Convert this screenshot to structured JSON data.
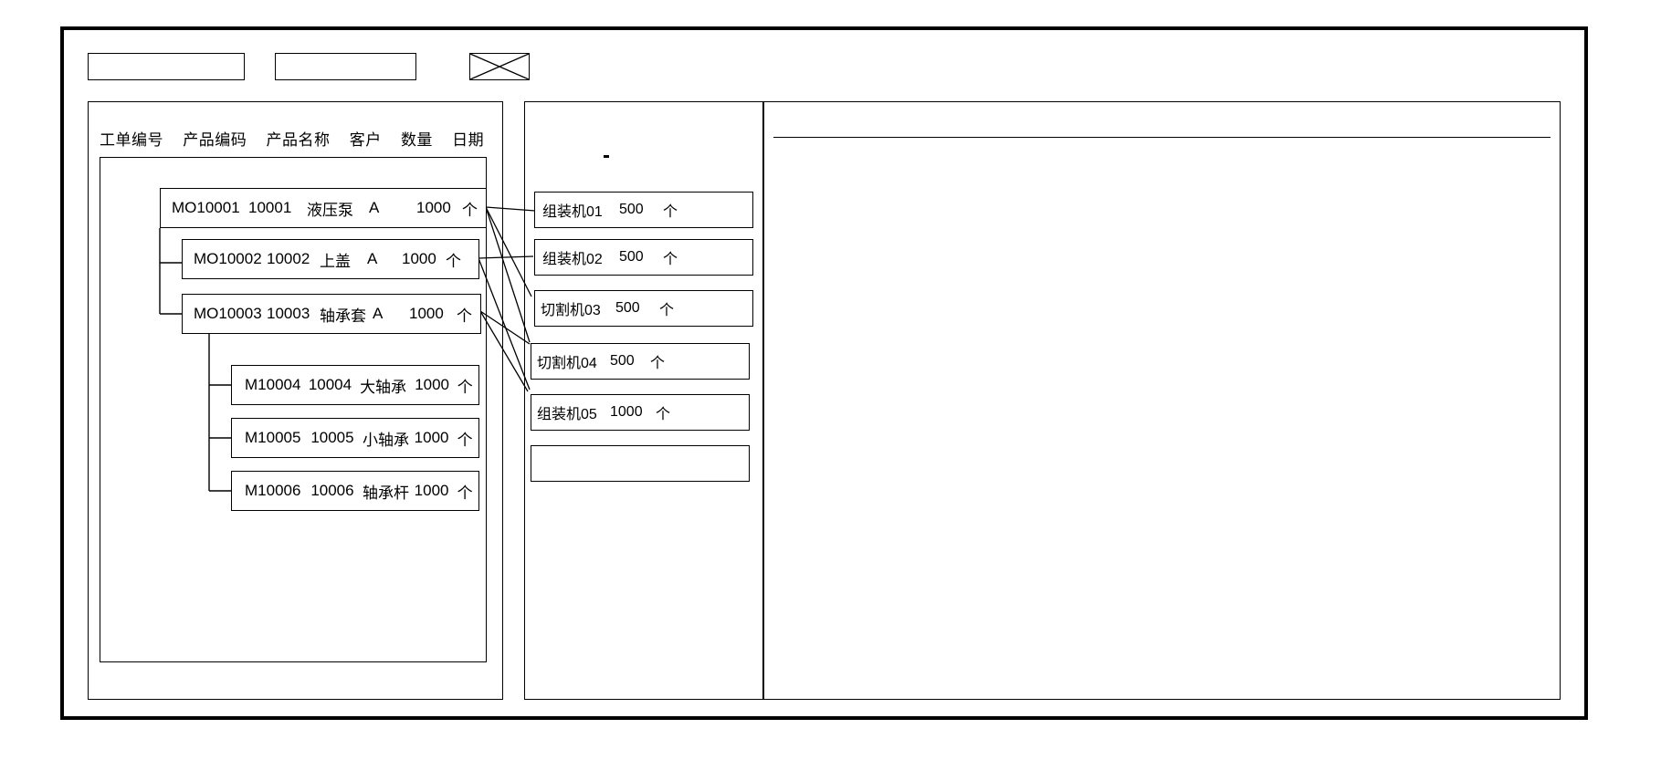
{
  "window": {
    "title": ""
  },
  "toolbar": {
    "fields": [
      {
        "name": "toolbar-field-1",
        "value": ""
      },
      {
        "name": "toolbar-field-2",
        "value": ""
      }
    ],
    "xbox_label": "",
    "xbox_icon": "crossed-box-icon"
  },
  "left_panel": {
    "columns": [
      "工单编号",
      "产品编码",
      "产品名称",
      "客户",
      "数量",
      "日期"
    ],
    "rows": [
      {
        "level": 0,
        "order_no": "MO10001",
        "product_code": "10001",
        "product_name": "液压泵",
        "customer": "A",
        "quantity": "1000",
        "unit": "个",
        "date": ""
      },
      {
        "level": 1,
        "order_no": "MO10002",
        "product_code": "10002",
        "product_name": "上盖",
        "customer": "A",
        "quantity": "1000",
        "unit": "个",
        "date": ""
      },
      {
        "level": 1,
        "order_no": "MO10003",
        "product_code": "10003",
        "product_name": "轴承套",
        "customer": "A",
        "quantity": "1000",
        "unit": "个",
        "date": ""
      },
      {
        "level": 2,
        "order_no": "M10004",
        "product_code": "10004",
        "product_name": "大轴承",
        "customer": "",
        "quantity": "1000",
        "unit": "个",
        "date": ""
      },
      {
        "level": 2,
        "order_no": "M10005",
        "product_code": "10005",
        "product_name": "小轴承",
        "customer": "",
        "quantity": "1000",
        "unit": "个",
        "date": ""
      },
      {
        "level": 2,
        "order_no": "M10006",
        "product_code": "10006",
        "product_name": "轴承杆",
        "customer": "",
        "quantity": "1000",
        "unit": "个",
        "date": ""
      }
    ]
  },
  "middle_panel": {
    "rows": [
      {
        "machine": "组装机01",
        "quantity": "500",
        "unit": "个"
      },
      {
        "machine": "组装机02",
        "quantity": "500",
        "unit": "个"
      },
      {
        "machine": "切割机03",
        "quantity": "500",
        "unit": "个"
      },
      {
        "machine": "切割机04",
        "quantity": "500",
        "unit": "个"
      },
      {
        "machine": "组装机05",
        "quantity": "1000",
        "unit": "个"
      },
      {
        "machine": "",
        "quantity": "",
        "unit": ""
      }
    ]
  },
  "right_panel": {
    "header": "",
    "content": ""
  },
  "colors": {
    "stroke": "#000000",
    "background": "#ffffff"
  }
}
